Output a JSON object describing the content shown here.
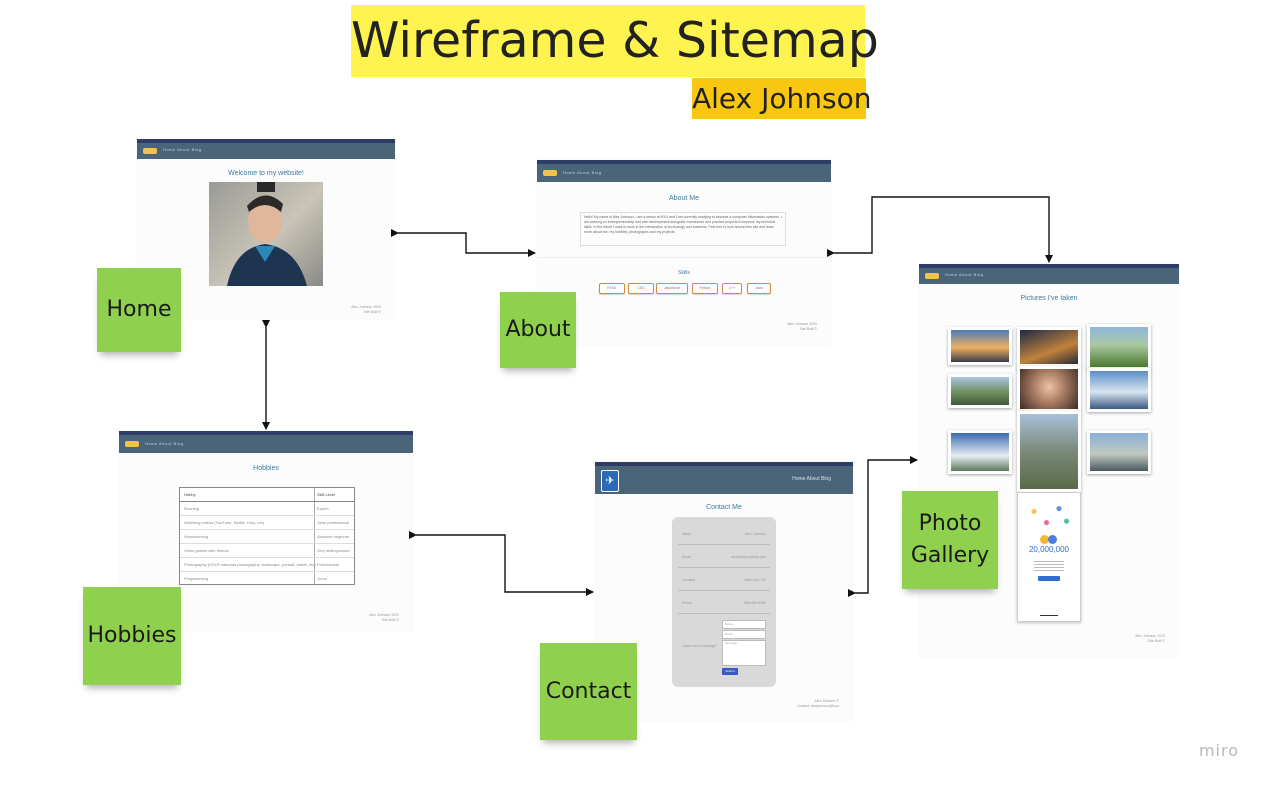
{
  "title": "Wireframe & Sitemap",
  "author": "Alex Johnson",
  "nav_links": "Home    About    Blog",
  "contact_nav": "Home    About    Blog",
  "pages": {
    "home": {
      "heading": "Welcome to my website!",
      "sticky": "Home",
      "footer": "Alex Johnson 2020\nSite Built ©"
    },
    "about": {
      "heading": "About Me",
      "paragraph": "Hello! My name is Alex Johnson. I am a senior at NYU and I am currently studying to become a computer information systems. I am working on entrepreneurship and web development alongside coursework and practice projects to improve my technical skills. In the future I want to work in the intersection of technology and business. Feel free to look around this site and learn more about me, my hobbies, photographs and my projects.",
      "skills_heading": "Skills",
      "skills": [
        "HTML",
        "CSS",
        "JavaScript",
        "Python",
        "C++",
        "Java"
      ],
      "sticky": "About",
      "footer": "Alex Johnson 2020\nSite Built ©"
    },
    "gallery": {
      "heading": "Pictures I've taken",
      "sticky": "Photo Gallery",
      "counter": "20,000,000",
      "footer": "Alex Johnson 2020\nSite Built ©"
    },
    "hobbies": {
      "heading": "Hobbies",
      "col1": "Hobby",
      "col2": "Skill Level",
      "rows": [
        [
          "Running",
          "Expert"
        ],
        [
          "Watching videos (YouTube, Netflix, Hulu, etc)",
          "Semi-professional"
        ],
        [
          "Woodworking",
          "Absolute beginner"
        ],
        [
          "Video games with friends",
          "Very distinguished"
        ],
        [
          "Photography (DSLR cameras photography, landscape, portrait, street, etc)",
          "Professional"
        ],
        [
          "Programming",
          "Good"
        ]
      ],
      "sticky": "Hobbies",
      "footer": "Alex Johnson 2020\nSite Built ©"
    },
    "contact": {
      "heading": "Contact Me",
      "fields": [
        {
          "label": "Name",
          "value": "Alex Johnson"
        },
        {
          "label": "Email",
          "value": "alexjohnson@nyu.edu"
        },
        {
          "label": "Location",
          "value": "New York, NY"
        },
        {
          "label": "Phone",
          "value": "555-555-5555"
        }
      ],
      "form_label": "Leave me a message!",
      "form_name": "Name",
      "form_email": "Email",
      "form_message": "Message",
      "submit": "Submit",
      "sticky": "Contact",
      "footer": "Alex Johnson ©\nContact: alexjohnson@nyu"
    }
  },
  "brand": "miro",
  "colors": {
    "title_bg": "#fff44f",
    "author_bg": "#fac710",
    "sticky": "#8fd14f",
    "nav": "#4a6479",
    "nav_top": "#2f3c67",
    "heading": "#3d7a9a"
  }
}
